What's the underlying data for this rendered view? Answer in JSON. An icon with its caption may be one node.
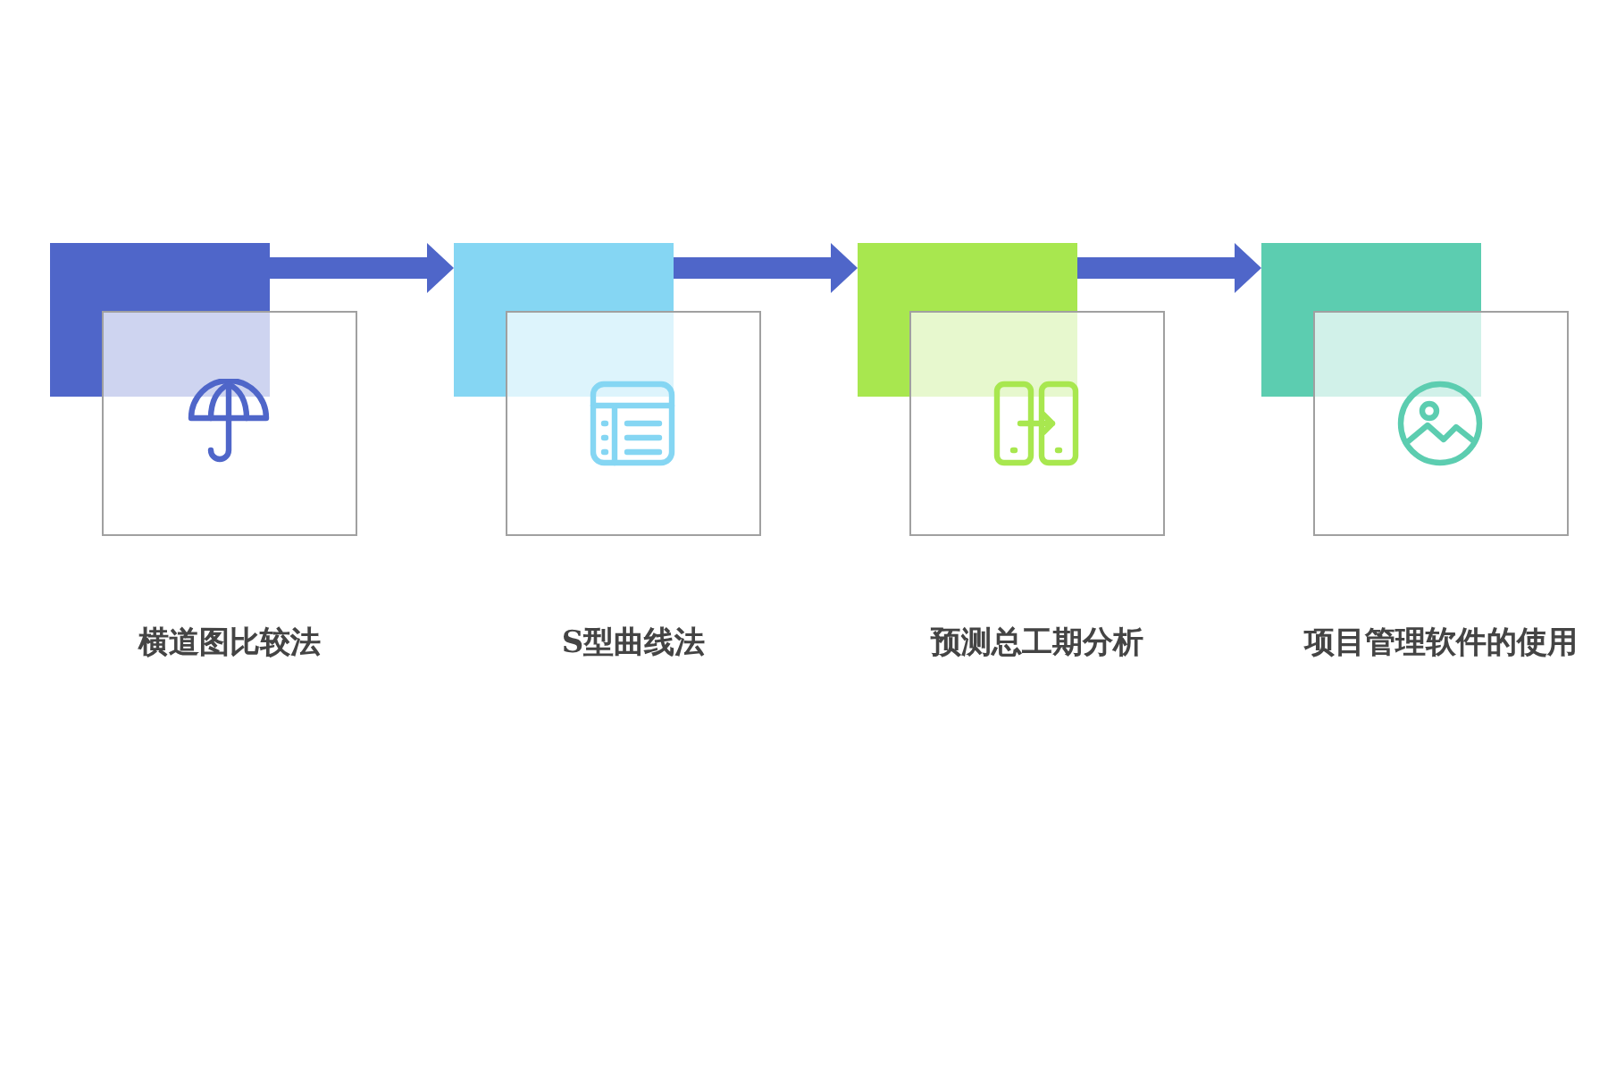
{
  "diagram": {
    "nodes": [
      {
        "text": [],
        "shape": "box"
      },
      {
        "text": [
          "横道图比较法"
        ]
      },
      {
        "text": [],
        "shape": "box"
      },
      {
        "text": [
          "S型曲线法"
        ]
      },
      {
        "text": [],
        "shape": "box"
      },
      {
        "text": [
          "预测总工期分析"
        ]
      },
      {
        "text": [],
        "shape": "box"
      },
      {
        "text": [
          "项目管理软件的使用"
        ]
      }
    ],
    "edges": [
      {
        "from": 0,
        "to": 2,
        "arrow": "to"
      },
      {
        "from": 2,
        "to": 4,
        "arrow": "to"
      },
      {
        "from": 4,
        "to": 6,
        "arrow": "to"
      }
    ]
  }
}
